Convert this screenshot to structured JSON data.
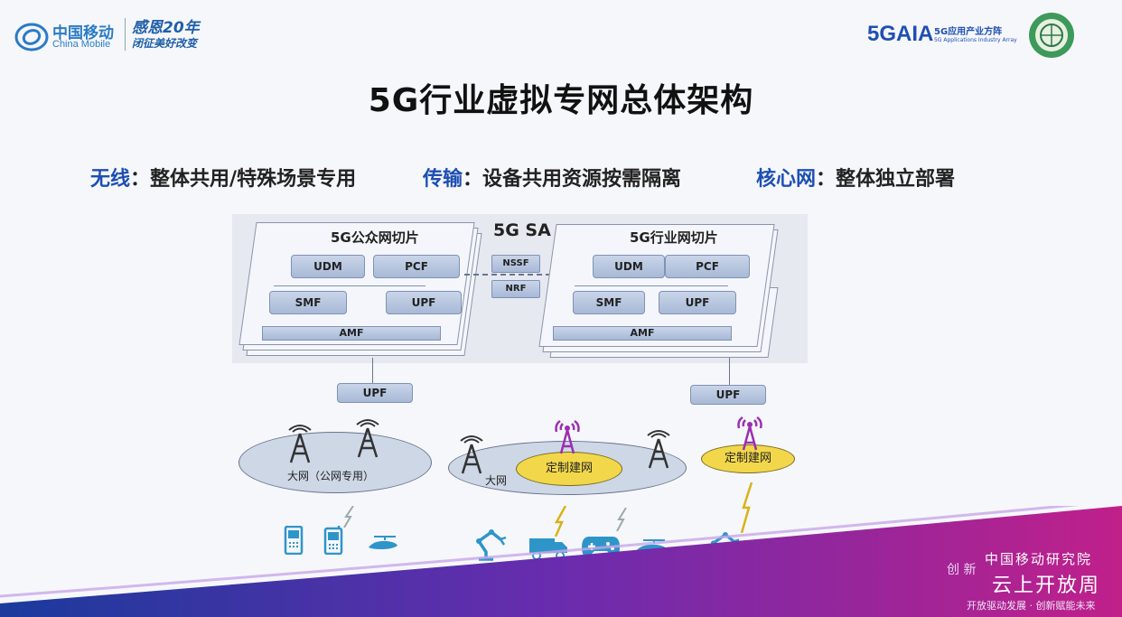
{
  "header": {
    "cm_logo_cn": "中国移动",
    "cm_logo_en": "China Mobile",
    "anniv_line1": "感恩20年",
    "anniv_line2": "闭征美好改变",
    "aia_logo": "5GAIA",
    "aia_cn": "5G应用产业方阵",
    "aia_en": "5G Applications Industry Array"
  },
  "title": "5G行业虚拟专网总体架构",
  "subtitles": [
    {
      "key": "无线",
      "sep": "：",
      "text": "整体共用/特殊场景专用"
    },
    {
      "key": "传输",
      "sep": "：",
      "text": "设备共用资源按需隔离"
    },
    {
      "key": "核心网",
      "sep": "：",
      "text": "整体独立部署"
    }
  ],
  "diagram": {
    "sa_label": "5G SA",
    "public_slice": {
      "title": "5G公众网切片",
      "udm": "UDM",
      "pcf": "PCF",
      "smf": "SMF",
      "upf": "UPF",
      "amf": "AMF"
    },
    "industry_slice": {
      "title": "5G行业网切片",
      "udm": "UDM",
      "pcf": "PCF",
      "smf": "SMF",
      "upf": "UPF",
      "amf": "AMF"
    },
    "nssf": "NSSF",
    "nrf": "NRF",
    "upf_left": "UPF",
    "upf_right": "UPF",
    "cell_left": "大网（公网专用）",
    "cell_mid": "大网",
    "custom_mid": "定制建网",
    "custom_right": "定制建网"
  },
  "footer": {
    "org": "中国移动研究院",
    "event": "云上开放周",
    "slogan": "开放驱动发展 · 创新赋能未来",
    "year_marks": "创 新"
  },
  "colors": {
    "accent_blue": "#1e4fb3",
    "custom_yellow": "#f2d74a",
    "cell_blue": "#cdd7e6",
    "footer_purple": "#8a2fa8"
  }
}
